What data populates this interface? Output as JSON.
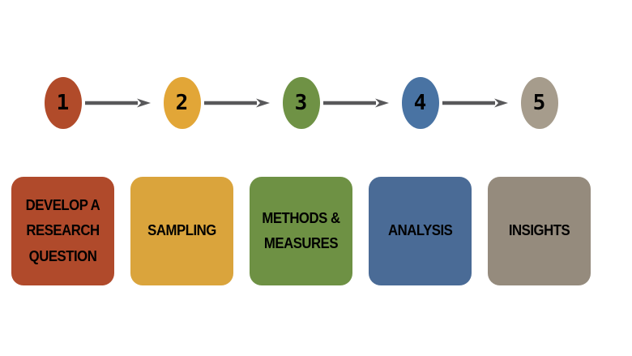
{
  "diagram": {
    "kind": "process-flow",
    "background_color": "#FFFFFF",
    "arrow_color": "#58585A",
    "text_color": "#000000"
  },
  "steps": [
    {
      "number": "1",
      "label": "DEVELOP A RESEARCH QUESTION",
      "circle_color": "#B14B2A",
      "box_color": "#B04A2B"
    },
    {
      "number": "2",
      "label": "SAMPLING",
      "circle_color": "#E2A637",
      "box_color": "#DAA43C"
    },
    {
      "number": "3",
      "label": "METHODS & MEASURES",
      "circle_color": "#6F9245",
      "box_color": "#6E9144"
    },
    {
      "number": "4",
      "label": "ANALYSIS",
      "circle_color": "#4973A3",
      "box_color": "#4A6B96"
    },
    {
      "number": "5",
      "label": "INSIGHTS",
      "circle_color": "#A69C8C",
      "box_color": "#958B7D"
    }
  ]
}
